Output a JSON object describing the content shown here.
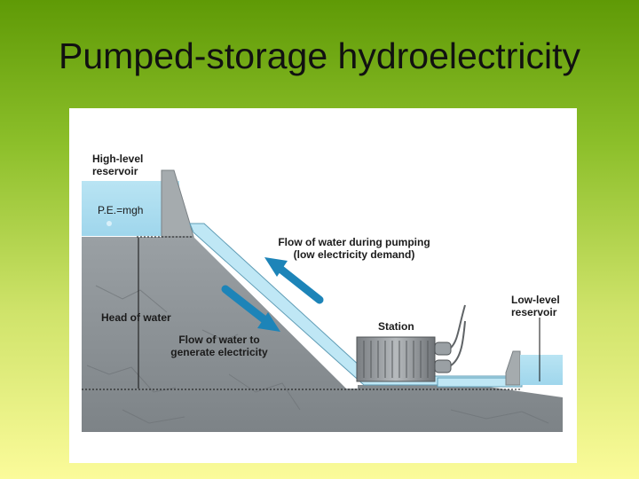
{
  "slide": {
    "title": "Pumped-storage hydroelectricity"
  },
  "diagram": {
    "labels": {
      "high_reservoir": "High-level\nreservoir",
      "potential_energy": "P.E.=mgh",
      "pumping_flow": "Flow of water during pumping\n(low electricity demand)",
      "head_of_water": "Head of water",
      "generating_flow": "Flow of water to\ngenerate electricity",
      "station": "Station",
      "low_reservoir": "Low-level\nreservoir"
    },
    "colors": {
      "water": "#a9dcef",
      "rock": "#8d9397",
      "arrow": "#1d84b8",
      "pipe": "#bfe7f5"
    }
  }
}
